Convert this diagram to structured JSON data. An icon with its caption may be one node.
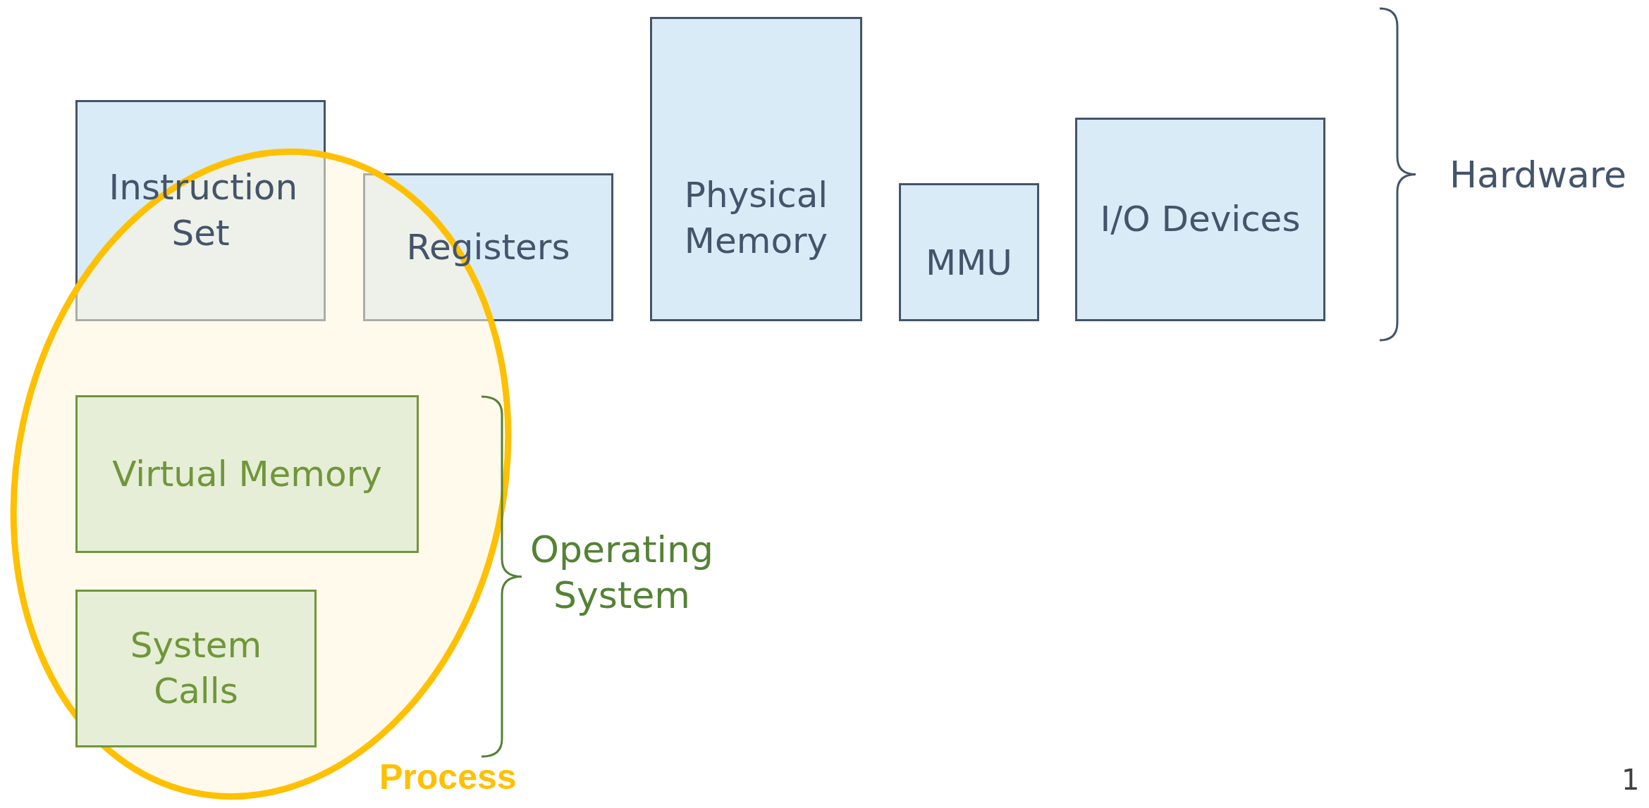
{
  "diagram": {
    "nodes": [
      {
        "text": [
          "Instruction Set"
        ]
      },
      {
        "text": [
          "Registers"
        ]
      },
      {
        "text": [
          "Physical Memory"
        ]
      },
      {
        "text": [
          "MMU"
        ]
      },
      {
        "text": [
          "I/O Devices"
        ]
      },
      {
        "text": [
          "Process"
        ]
      },
      {
        "text": [
          "Virtual Memory"
        ],
        "in": 5
      },
      {
        "text": [
          "System Calls"
        ],
        "in": 5
      }
    ],
    "labels": [
      "Hardware",
      "Operating System",
      "1"
    ]
  }
}
